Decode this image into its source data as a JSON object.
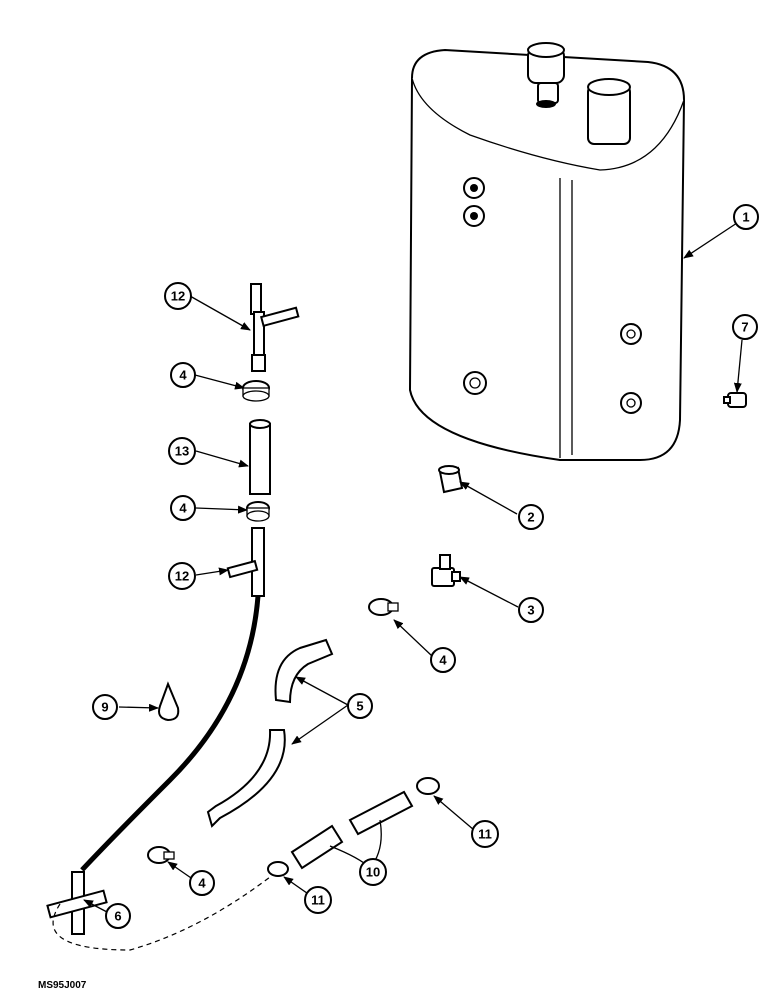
{
  "figure_id": "MS95J007",
  "callouts": [
    {
      "id": "c1",
      "label": "1"
    },
    {
      "id": "c2",
      "label": "2"
    },
    {
      "id": "c3",
      "label": "3"
    },
    {
      "id": "c4a",
      "label": "4"
    },
    {
      "id": "c4b",
      "label": "4"
    },
    {
      "id": "c4c",
      "label": "4"
    },
    {
      "id": "c4d",
      "label": "4"
    },
    {
      "id": "c5",
      "label": "5"
    },
    {
      "id": "c6",
      "label": "6"
    },
    {
      "id": "c7",
      "label": "7"
    },
    {
      "id": "c9",
      "label": "9"
    },
    {
      "id": "c10",
      "label": "10"
    },
    {
      "id": "c11a",
      "label": "11"
    },
    {
      "id": "c11b",
      "label": "11"
    },
    {
      "id": "c12a",
      "label": "12"
    },
    {
      "id": "c12b",
      "label": "12"
    },
    {
      "id": "c13",
      "label": "13"
    }
  ]
}
